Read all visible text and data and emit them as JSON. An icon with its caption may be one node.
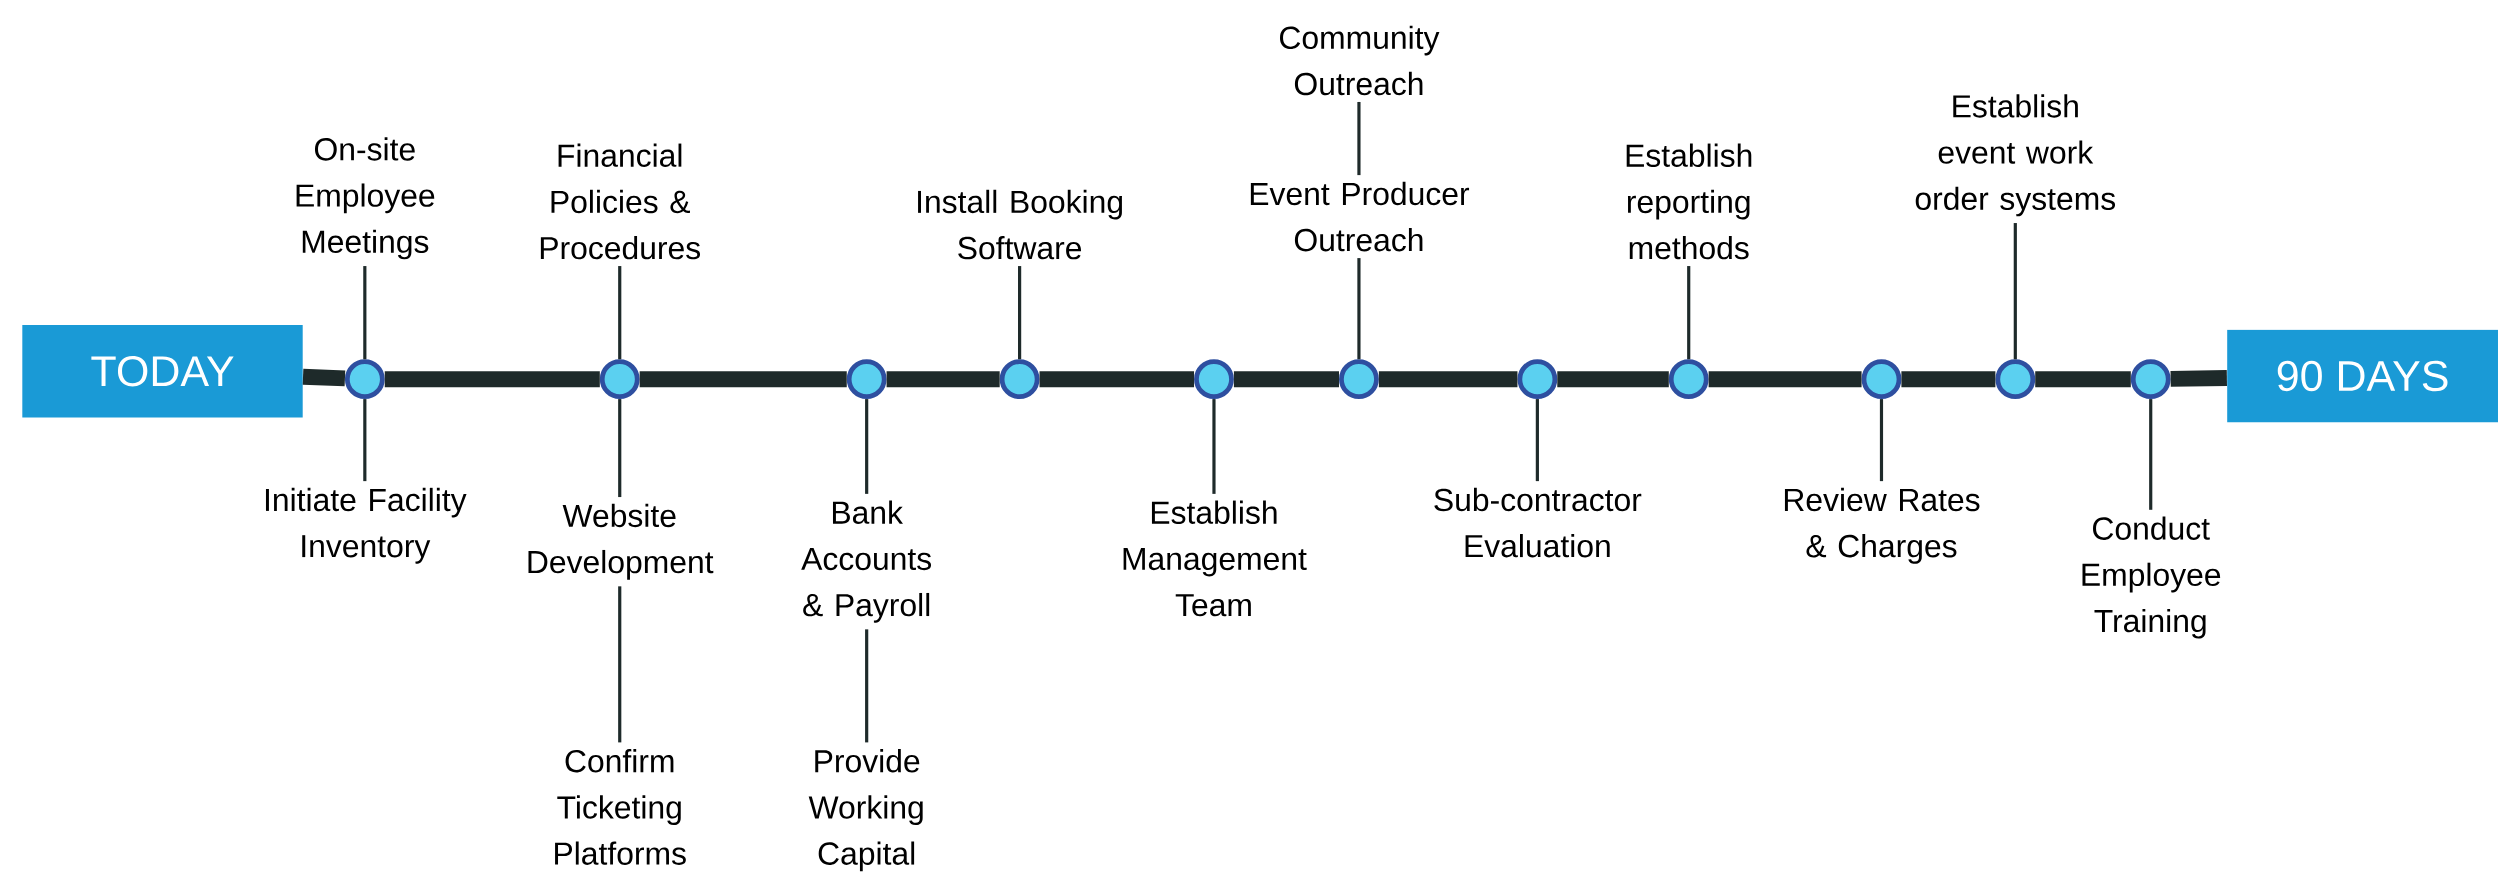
{
  "diagram": {
    "nodes": [
      {
        "text": [
          "TODAY"
        ]
      },
      {
        "text": [],
        "shape": "circle"
      },
      {
        "text": [],
        "shape": "circle"
      },
      {
        "text": [],
        "shape": "circle"
      },
      {
        "text": [],
        "shape": "circle"
      },
      {
        "text": [],
        "shape": "circle"
      },
      {
        "text": [],
        "shape": "circle"
      },
      {
        "text": [],
        "shape": "circle"
      },
      {
        "text": [],
        "shape": "circle"
      },
      {
        "text": [],
        "shape": "circle"
      },
      {
        "text": [],
        "shape": "circle"
      },
      {
        "text": [],
        "shape": "circle"
      },
      {
        "text": [
          "90 DAYS"
        ]
      },
      {
        "text": [
          "On-site Employee Meetings"
        ]
      },
      {
        "text": [
          "Initiate Facility Inventory"
        ]
      },
      {
        "text": [
          "Financial Policies & Procedures"
        ]
      },
      {
        "text": [
          "Website Development"
        ]
      },
      {
        "text": [
          "Confirm Ticketing Platforms"
        ]
      },
      {
        "text": [
          "Bank Accounts & Payroll"
        ]
      },
      {
        "text": [
          "Provide Working Capital"
        ]
      },
      {
        "text": [
          "Install Booking Software"
        ]
      },
      {
        "text": [
          "Establish Management Team"
        ]
      },
      {
        "text": [
          "Community Outreach"
        ]
      },
      {
        "text": [
          "Event Producer Outreach"
        ]
      },
      {
        "text": [
          "Sub-contractor Evaluation"
        ]
      },
      {
        "text": [
          "Establish reporting methods"
        ]
      },
      {
        "text": [
          "Review Rates & Charges"
        ]
      },
      {
        "text": [
          "Establish event work order systems"
        ]
      },
      {
        "text": [
          "Conduct Employee Training"
        ]
      }
    ],
    "edges": [
      {
        "from": 0,
        "to": 1,
        "arrow": "none",
        "style": "thick"
      },
      {
        "from": 1,
        "to": 2,
        "arrow": "none",
        "style": "thick"
      },
      {
        "from": 2,
        "to": 3,
        "arrow": "none",
        "style": "thick"
      },
      {
        "from": 3,
        "to": 4,
        "arrow": "none",
        "style": "thick"
      },
      {
        "from": 4,
        "to": 5,
        "arrow": "none",
        "style": "thick"
      },
      {
        "from": 5,
        "to": 6,
        "arrow": "none",
        "style": "thick"
      },
      {
        "from": 6,
        "to": 7,
        "arrow": "none",
        "style": "thick"
      },
      {
        "from": 7,
        "to": 8,
        "arrow": "none",
        "style": "thick"
      },
      {
        "from": 8,
        "to": 9,
        "arrow": "none",
        "style": "thick"
      },
      {
        "from": 9,
        "to": 10,
        "arrow": "none",
        "style": "thick"
      },
      {
        "from": 10,
        "to": 11,
        "arrow": "none",
        "style": "thick"
      },
      {
        "from": 11,
        "to": 12,
        "arrow": "none",
        "style": "thick"
      },
      {
        "from": 13,
        "to": 1,
        "arrow": "none"
      },
      {
        "from": 14,
        "to": 1,
        "arrow": "none"
      },
      {
        "from": 15,
        "to": 2,
        "arrow": "none"
      },
      {
        "from": 16,
        "to": 2,
        "arrow": "none"
      },
      {
        "from": 17,
        "to": 16,
        "arrow": "none"
      },
      {
        "from": 18,
        "to": 3,
        "arrow": "none"
      },
      {
        "from": 19,
        "to": 18,
        "arrow": "none"
      },
      {
        "from": 20,
        "to": 4,
        "arrow": "none"
      },
      {
        "from": 21,
        "to": 5,
        "arrow": "none"
      },
      {
        "from": 22,
        "to": 23,
        "arrow": "none"
      },
      {
        "from": 23,
        "to": 6,
        "arrow": "none"
      },
      {
        "from": 24,
        "to": 7,
        "arrow": "none"
      },
      {
        "from": 25,
        "to": 8,
        "arrow": "none"
      },
      {
        "from": 26,
        "to": 9,
        "arrow": "none"
      },
      {
        "from": 27,
        "to": 10,
        "arrow": "none"
      },
      {
        "from": 28,
        "to": 11,
        "arrow": "none"
      }
    ]
  }
}
